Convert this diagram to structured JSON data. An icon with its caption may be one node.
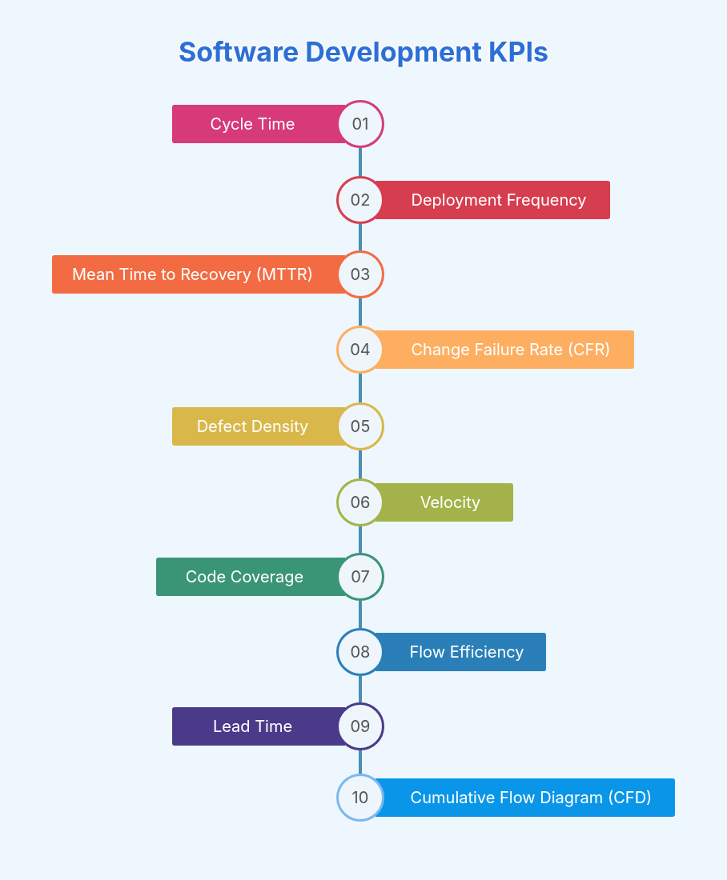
{
  "diagram": {
    "title": "Software Development KPIs",
    "nodes": [
      {
        "text": [
          "01"
        ]
      },
      {
        "text": [
          "Cycle Time"
        ]
      },
      {
        "text": [
          "02"
        ]
      },
      {
        "text": [
          "Deployment Frequency"
        ]
      },
      {
        "text": [
          "03"
        ]
      },
      {
        "text": [
          "Mean Time to Recovery (MTTR)"
        ]
      },
      {
        "text": [
          "04"
        ]
      },
      {
        "text": [
          "Change Failure Rate (CFR)"
        ]
      },
      {
        "text": [
          "05"
        ]
      },
      {
        "text": [
          "Defect Density"
        ]
      },
      {
        "text": [
          "06"
        ]
      },
      {
        "text": [
          "Velocity"
        ]
      },
      {
        "text": [
          "07"
        ]
      },
      {
        "text": [
          "Code Coverage"
        ]
      },
      {
        "text": [
          "08"
        ]
      },
      {
        "text": [
          "Flow Efficiency"
        ]
      },
      {
        "text": [
          "09"
        ]
      },
      {
        "text": [
          "Lead Time"
        ]
      },
      {
        "text": [
          "10"
        ]
      },
      {
        "text": [
          "Cumulative Flow Diagram (CFD)"
        ]
      }
    ],
    "edges": [
      {
        "from": 0,
        "to": 2,
        "arrow": "none"
      },
      {
        "from": 2,
        "to": 4,
        "arrow": "none"
      },
      {
        "from": 4,
        "to": 6,
        "arrow": "none"
      },
      {
        "from": 6,
        "to": 8,
        "arrow": "none"
      },
      {
        "from": 8,
        "to": 10,
        "arrow": "none"
      },
      {
        "from": 10,
        "to": 12,
        "arrow": "none"
      },
      {
        "from": 12,
        "to": 14,
        "arrow": "none"
      },
      {
        "from": 14,
        "to": 16,
        "arrow": "none"
      },
      {
        "from": 16,
        "to": 18,
        "arrow": "none"
      }
    ]
  }
}
